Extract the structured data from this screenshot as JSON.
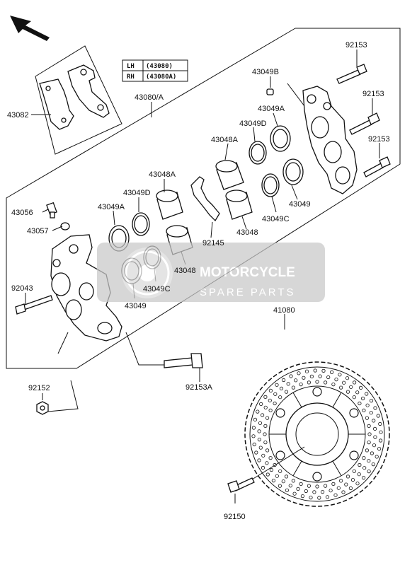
{
  "table": {
    "rows": [
      {
        "side": "LH",
        "code": "(43080)"
      },
      {
        "side": "RH",
        "code": "(43080A)"
      }
    ]
  },
  "parts": [
    {
      "id": "p43082",
      "label": "43082"
    },
    {
      "id": "p43080",
      "label": "43080/A"
    },
    {
      "id": "p43049B",
      "label": "43049B"
    },
    {
      "id": "p92153a",
      "label": "92153"
    },
    {
      "id": "p92153b",
      "label": "92153"
    },
    {
      "id": "p92153c",
      "label": "92153"
    },
    {
      "id": "p43049A_r",
      "label": "43049A"
    },
    {
      "id": "p43049D_r",
      "label": "43049D"
    },
    {
      "id": "p43048A_r",
      "label": "43048A"
    },
    {
      "id": "p43048A_l",
      "label": "43048A"
    },
    {
      "id": "p43049D_l",
      "label": "43049D"
    },
    {
      "id": "p43049A_l",
      "label": "43049A"
    },
    {
      "id": "p43056",
      "label": "43056"
    },
    {
      "id": "p43057",
      "label": "43057"
    },
    {
      "id": "p92145",
      "label": "92145"
    },
    {
      "id": "p43048_r",
      "label": "43048"
    },
    {
      "id": "p43049C_r",
      "label": "43049C"
    },
    {
      "id": "p43049_r",
      "label": "43049"
    },
    {
      "id": "p43048_l",
      "label": "43048"
    },
    {
      "id": "p43049C_l",
      "label": "43049C"
    },
    {
      "id": "p43049_l",
      "label": "43049"
    },
    {
      "id": "p92043",
      "label": "92043"
    },
    {
      "id": "p41080",
      "label": "41080"
    },
    {
      "id": "p92152",
      "label": "92152"
    },
    {
      "id": "p92153A",
      "label": "92153A"
    },
    {
      "id": "p92150",
      "label": "92150"
    }
  ],
  "watermark": {
    "line1": "MOTORCYCLE",
    "line2": "SPARE PARTS"
  }
}
